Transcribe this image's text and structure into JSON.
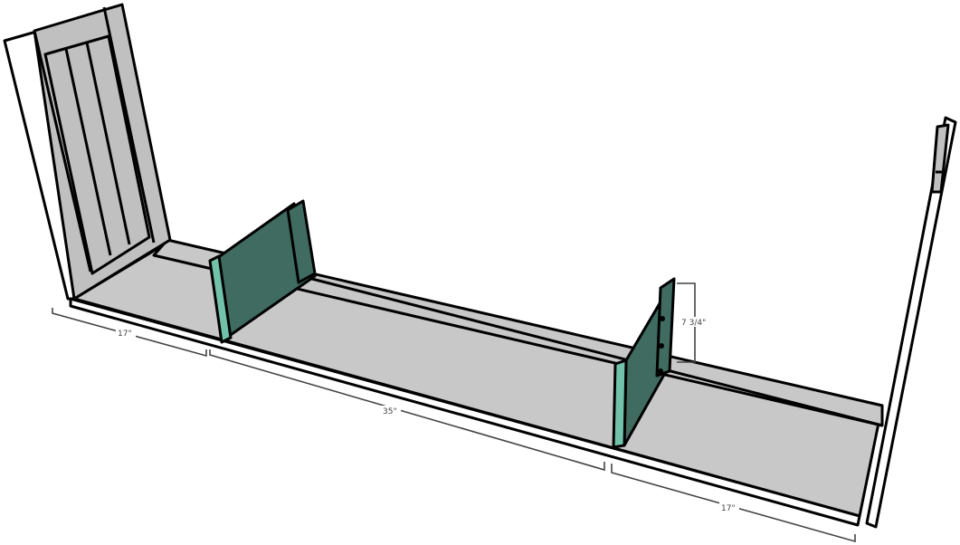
{
  "diagram": {
    "dimensions": {
      "left_section": "17\"",
      "middle_section": "35\"",
      "divider_height": "7 3/4\"",
      "right_section": "17\""
    },
    "colors": {
      "wood_gray": "#c4c4c4",
      "divider_green": "#3f6b60",
      "divider_edge": "#72c2aa",
      "outline": "#000000"
    }
  }
}
